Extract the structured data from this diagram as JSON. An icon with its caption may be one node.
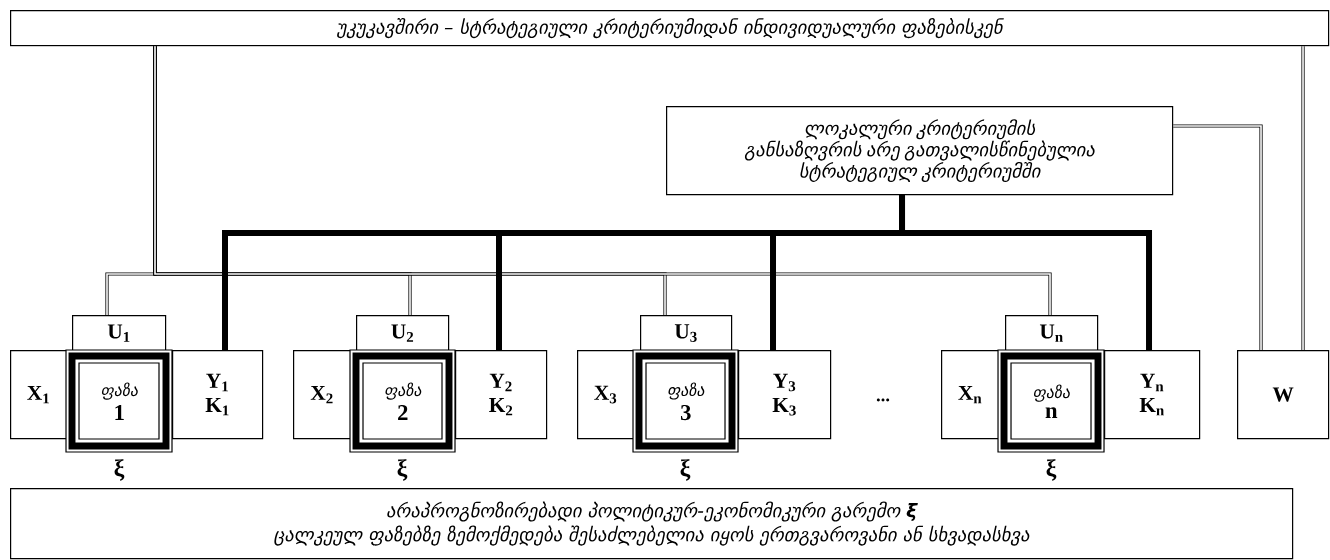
{
  "diagram": {
    "nodes": [
      {
        "text": [
          "უკუკავშირი – სტრატეგიული კრიტერიუმიდან ინდივიდუალური ფაზებისკენ"
        ]
      },
      {
        "text": [
          "ლოკალური კრიტერიუმის განსაზღვრის არე გათვალისწინებულია სტრატეგიულ კრიტერიუმში"
        ]
      },
      {
        "text": [
          "U$_{1}$"
        ]
      },
      {
        "text": [
          "X$_{1}$"
        ]
      },
      {
        "text": [
          "ფაზა",
          "1"
        ],
        "beside": [
          "ξ"
        ]
      },
      {
        "text": [
          "Y$_{1}$",
          "K$_{1}$"
        ]
      },
      {
        "text": [
          "U$_{2}$"
        ]
      },
      {
        "text": [
          "X$_{2}$"
        ]
      },
      {
        "text": [
          "ფაზა",
          "2"
        ],
        "beside": [
          "ξ"
        ]
      },
      {
        "text": [
          "Y$_{2}$",
          "K$_{2}$"
        ]
      },
      {
        "text": [
          "U$_{3}$"
        ]
      },
      {
        "text": [
          "X$_{3}$"
        ]
      },
      {
        "text": [
          "ფაზა",
          "3"
        ],
        "beside": [
          "ξ"
        ]
      },
      {
        "text": [
          "Y$_{3}$",
          "K$_{3}$"
        ]
      },
      {
        "text": [
          "U$_{n}$"
        ]
      },
      {
        "text": [
          "X$_{n}$"
        ]
      },
      {
        "text": [
          "ფაზა",
          "n"
        ],
        "beside": [
          "ξ"
        ]
      },
      {
        "text": [
          "Y$_{n}$",
          "K$_{n}$"
        ]
      },
      {
        "text": [
          "W"
        ]
      },
      {
        "text": [
          "არაპროგნოზირებადი პოლიტიკურ-ეკონომიკური გარემო **ξ**",
          "ცალკეულ ფაზებზე ზემოქმედება შესაძლებელია იყოს ერთგვაროვანი ან სხვადასხვა"
        ]
      }
    ],
    "edges": [
      {
        "from": 0,
        "to": 2,
        "arrow": "none"
      },
      {
        "from": 0,
        "to": 6,
        "arrow": "none"
      },
      {
        "from": 0,
        "to": 10,
        "arrow": "none"
      },
      {
        "from": 0,
        "to": 14,
        "arrow": "none"
      },
      {
        "from": 0,
        "to": 18,
        "arrow": "none"
      },
      {
        "from": 1,
        "to": 5,
        "arrow": "none",
        "style": "thick"
      },
      {
        "from": 1,
        "to": 9,
        "arrow": "none",
        "style": "thick"
      },
      {
        "from": 1,
        "to": 13,
        "arrow": "none",
        "style": "thick"
      },
      {
        "from": 1,
        "to": 17,
        "arrow": "none",
        "style": "thick"
      },
      {
        "from": 1,
        "to": 18,
        "arrow": "none"
      }
    ],
    "labels": [
      "..."
    ]
  }
}
